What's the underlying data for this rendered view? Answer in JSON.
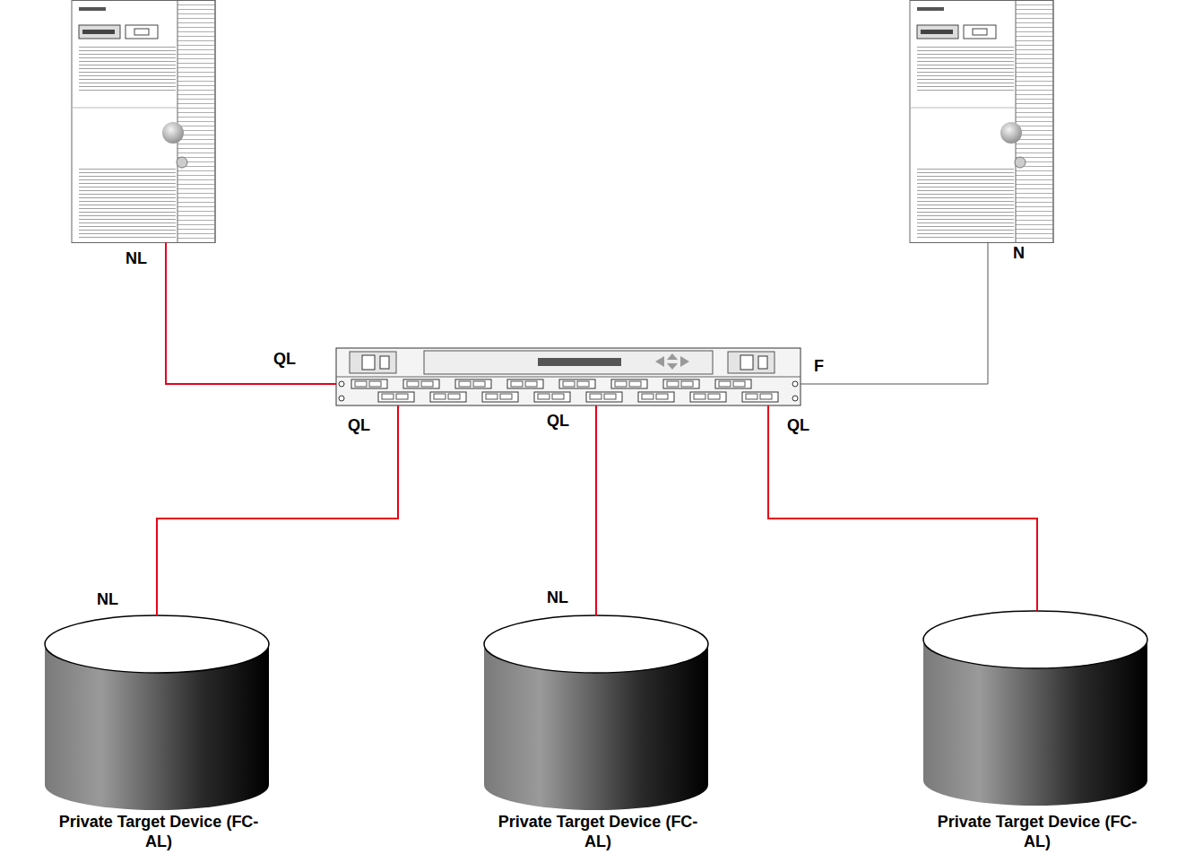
{
  "diagram": {
    "nodes": [
      {
        "text": [
          "NL"
        ]
      },
      {
        "text": [
          "N"
        ]
      },
      {
        "text": [
          "QL",
          "F",
          "QL",
          "QL",
          "QL"
        ]
      },
      {
        "text": [
          "NL",
          "Private Target Device (FC-AL)"
        ]
      },
      {
        "text": [
          "NL",
          "Private Target Device (FC-AL)"
        ]
      },
      {
        "text": [
          "Private Target Device (FC-AL)"
        ]
      }
    ],
    "edges": [
      {
        "from": 0,
        "to": 2,
        "arrow": "none"
      },
      {
        "from": 1,
        "to": 2,
        "arrow": "none"
      },
      {
        "from": 2,
        "to": 3,
        "arrow": "none"
      },
      {
        "from": 2,
        "to": 4,
        "arrow": "none"
      },
      {
        "from": 2,
        "to": 5,
        "arrow": "none"
      }
    ]
  }
}
